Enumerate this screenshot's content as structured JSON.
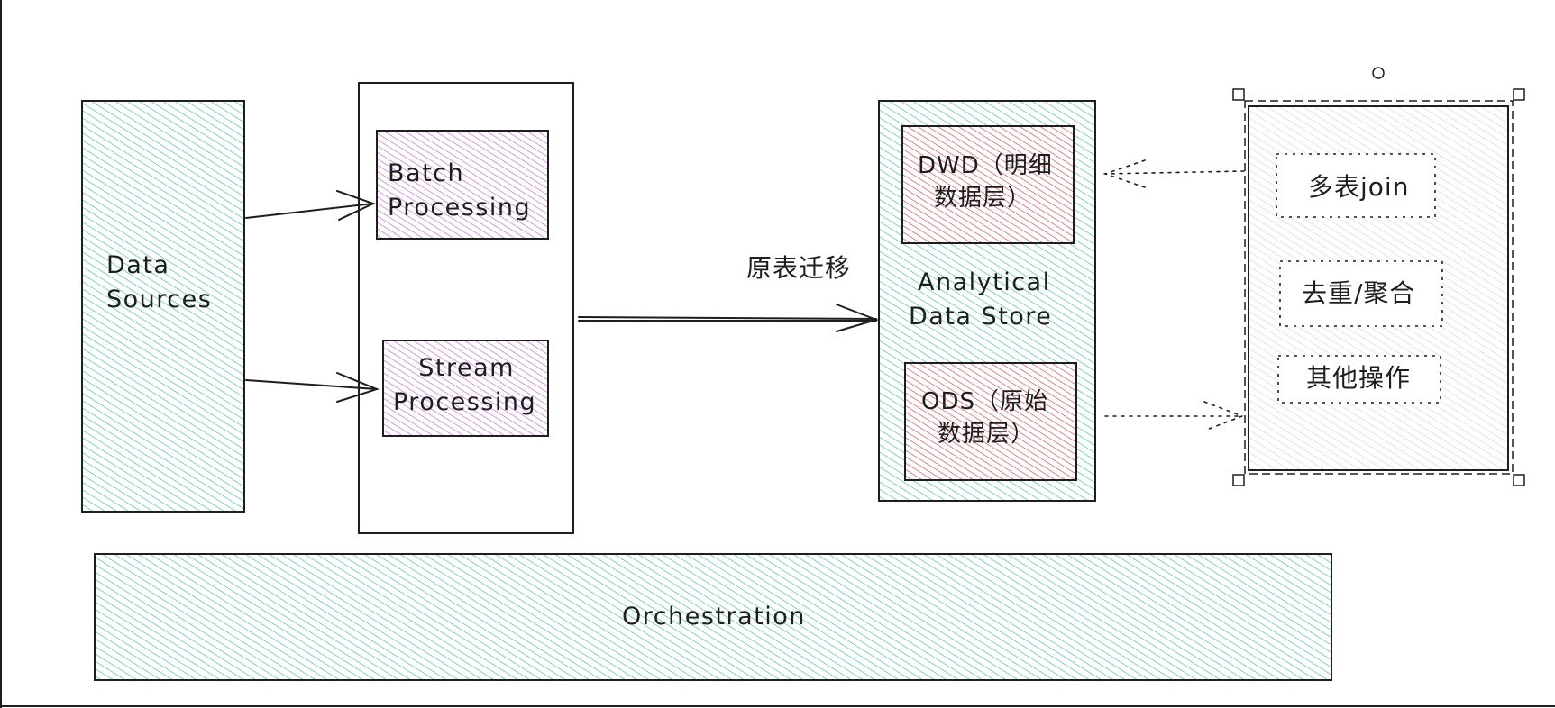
{
  "colors": {
    "teal_fill": "#37c49a",
    "violet_fill": "#cc5de8",
    "red_fill": "#e03131",
    "gray_fill": "#ced4da",
    "stroke": "#1e1e1e"
  },
  "nodes": {
    "data_sources": {
      "line1": "Data",
      "line2": "Sources"
    },
    "batch": {
      "line1": "Batch",
      "line2": "Processing"
    },
    "stream": {
      "line1": "Stream",
      "line2": "Processing"
    },
    "analytical_store": {
      "line1": "Analytical",
      "line2": "Data Store"
    },
    "dwd": {
      "line1": "DWD（明细",
      "line2": "数据层）"
    },
    "ods": {
      "line1": "ODS（原始",
      "line2": "数据层）"
    },
    "orchestration": {
      "label": "Orchestration"
    }
  },
  "edges": {
    "migration_label": "原表迁移"
  },
  "operations": {
    "items": [
      "多表join",
      "去重/聚合",
      "其他操作"
    ]
  }
}
